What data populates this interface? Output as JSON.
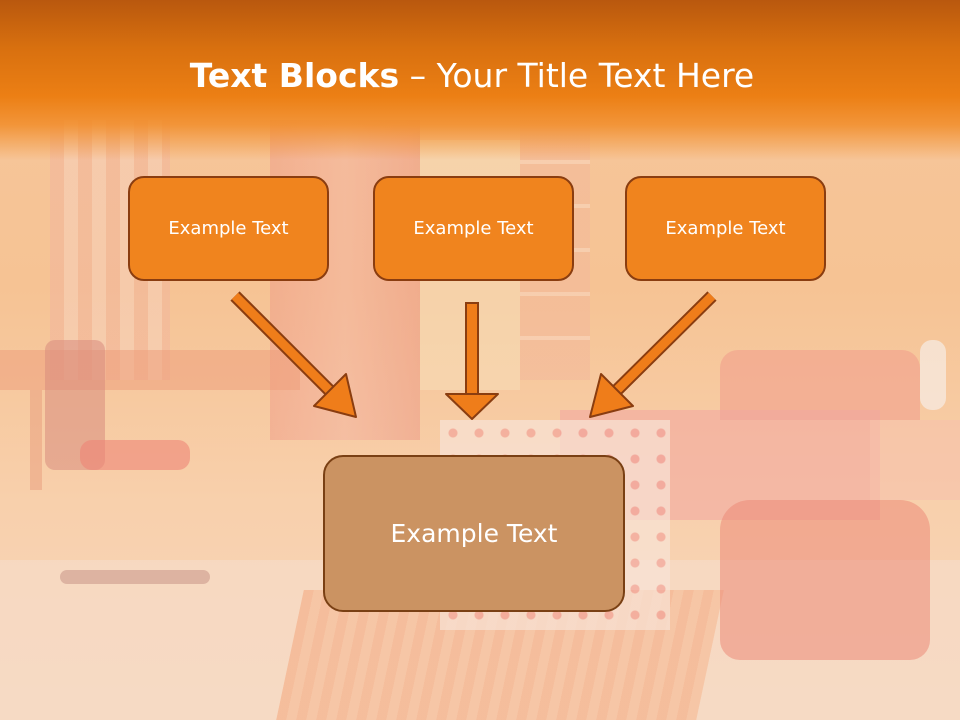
{
  "slide": {
    "title_bold": "Text Blocks",
    "title_sep": " – ",
    "title_rest": "Your Title Text Here",
    "boxes": [
      {
        "label": "Example Text"
      },
      {
        "label": "Example Text"
      },
      {
        "label": "Example Text"
      },
      {
        "label": "Example Text"
      }
    ]
  },
  "colors": {
    "header": "#e97c13",
    "box_fill": "#f0841e",
    "box_border": "#8a3d10",
    "bottom_box_fill": "#cb9362",
    "arrow_fill": "#ef7d1a"
  }
}
